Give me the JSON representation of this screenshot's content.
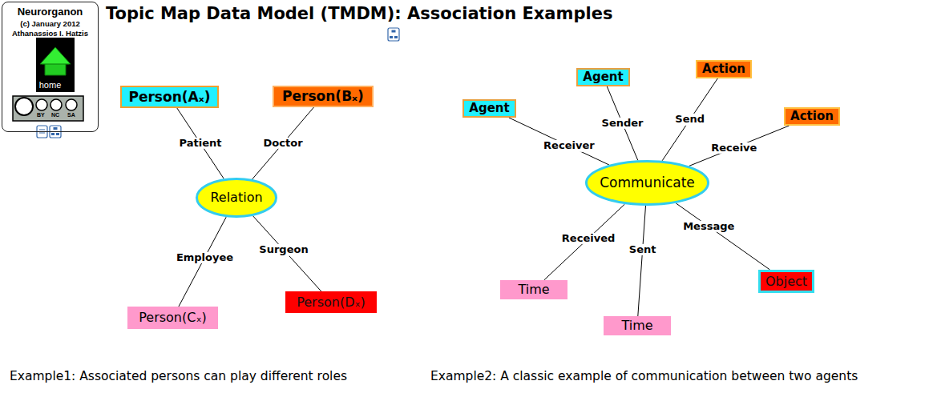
{
  "diagram": {
    "title": "Topic Map Data Model (TMDM): Association Examples",
    "nodes": [
      {
        "text": [
          "Neurorganon",
          "(c) January 2012",
          "Athanassios I. Hatzis",
          "home"
        ]
      },
      {
        "text": [
          "Person(Aₓ)"
        ]
      },
      {
        "text": [
          "Person(Bₓ)"
        ]
      },
      {
        "text": [
          "Relation"
        ]
      },
      {
        "text": [
          "Person(Cₓ)"
        ]
      },
      {
        "text": [
          "Person(Dₓ)"
        ]
      },
      {
        "text": [
          "Agent"
        ]
      },
      {
        "text": [
          "Agent"
        ]
      },
      {
        "text": [
          "Action"
        ]
      },
      {
        "text": [
          "Action"
        ]
      },
      {
        "text": [
          "Communicate"
        ]
      },
      {
        "text": [
          "Time"
        ]
      },
      {
        "text": [
          "Time"
        ]
      },
      {
        "text": [
          "Object"
        ]
      }
    ],
    "edges": [
      {
        "from": 3,
        "to": 1,
        "label": "Patient",
        "arrow": "none"
      },
      {
        "from": 3,
        "to": 2,
        "label": "Doctor",
        "arrow": "none"
      },
      {
        "from": 3,
        "to": 4,
        "label": "Employee",
        "arrow": "none"
      },
      {
        "from": 3,
        "to": 5,
        "label": "Surgeon",
        "arrow": "none"
      },
      {
        "from": 10,
        "to": 6,
        "label": "Receiver",
        "arrow": "none"
      },
      {
        "from": 10,
        "to": 7,
        "label": "Sender",
        "arrow": "none"
      },
      {
        "from": 10,
        "to": 8,
        "label": "Send",
        "arrow": "none"
      },
      {
        "from": 10,
        "to": 9,
        "label": "Receive",
        "arrow": "none"
      },
      {
        "from": 10,
        "to": 11,
        "label": "Received",
        "arrow": "none"
      },
      {
        "from": 10,
        "to": 12,
        "label": "Sent",
        "arrow": "none"
      },
      {
        "from": 10,
        "to": 13,
        "label": "Message",
        "arrow": "none"
      }
    ],
    "labels": [
      "Example1: Associated persons can play different roles",
      "Example2: A classic example of communication between two agents",
      "BY",
      "NC",
      "SA"
    ]
  }
}
